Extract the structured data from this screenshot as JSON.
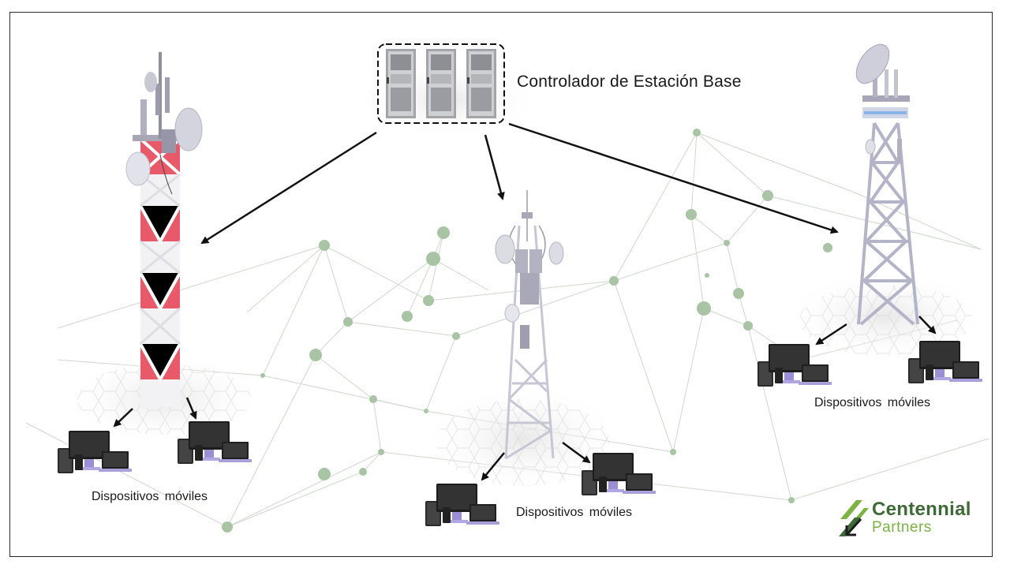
{
  "diagram": {
    "controller_label": "Controlador de Estación Base",
    "device_labels": [
      "Dispositivos  móviles",
      "Dispositivos  móviles",
      "Dispositivos  móviles"
    ]
  },
  "logo": {
    "line1": "Centennial",
    "line2": "Partners",
    "colors": {
      "dark": "#3d6a36",
      "light": "#7cb342"
    }
  },
  "colors": {
    "tower_red": "#e85a6a",
    "tower_grey": "#b8b8c8",
    "network_node": "#a9c4a4",
    "arrow": "#111111"
  }
}
